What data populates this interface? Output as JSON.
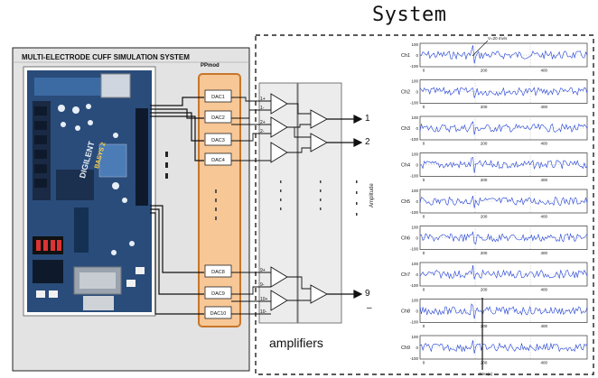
{
  "figure": {
    "title": "System",
    "system_label": "MULTI-ELECTRODE CUFF SIMULATION SYSTEM",
    "pmod_label": "PPmod",
    "board_brand": "DIGILENT",
    "board_model": "BASYS 2",
    "amplifiers_label": "amplifiers",
    "outputs": [
      "1",
      "2",
      "9",
      "–"
    ],
    "amplitude_label": "Amplitude",
    "dac_labels": [
      "DAC1",
      "DAC2",
      "DAC3",
      "DAC4",
      "DAC8",
      "DAC9",
      "DAC10"
    ],
    "amp_input_labels": [
      "1+",
      "1-",
      "2+",
      "2-",
      "9+",
      "9-",
      "10+",
      "10-"
    ],
    "colors": {
      "board_blue": "#2a4c7a",
      "pmod_fill": "#f7c796",
      "pmod_border": "#c8762a",
      "trace": "#1f3fd6",
      "system_box": "#e3e3e3"
    }
  },
  "plot_panels": {
    "annotation": "V=20 mv/s",
    "bottom_annotation": "Time(s)",
    "channels": [
      "Ch1",
      "Ch2",
      "Ch3",
      "Ch4",
      "Ch5",
      "Ch6",
      "Ch7",
      "Ch8",
      "Ch9"
    ],
    "y_ticks": [
      "100",
      "0",
      "-100"
    ],
    "x_ticks": [
      "0",
      "200",
      "400"
    ]
  }
}
